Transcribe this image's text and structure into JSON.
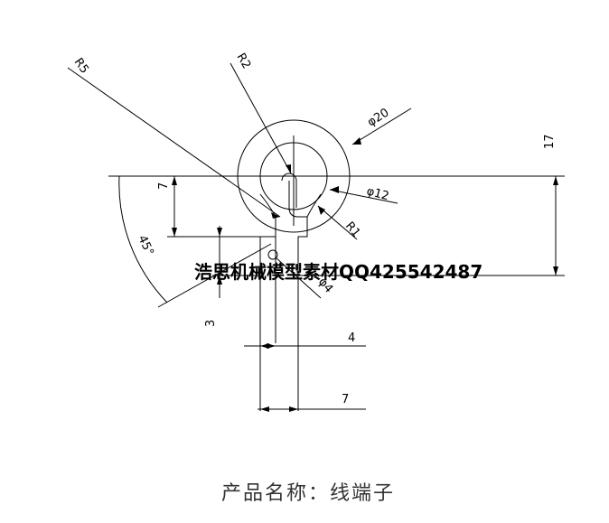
{
  "drawing": {
    "labels": {
      "r5": "R5",
      "r2": "R2",
      "dia20": "φ20",
      "dia12": "φ12",
      "r1": "R1",
      "dia4": "φ4",
      "dim7_left": "7",
      "angle45": "45°",
      "dim3": "3",
      "dim17": "17",
      "dim4": "4",
      "dim7_bottom": "7"
    },
    "watermark": "浩思机械模型素材QQ425542487",
    "caption": "产品名称：线端子"
  }
}
